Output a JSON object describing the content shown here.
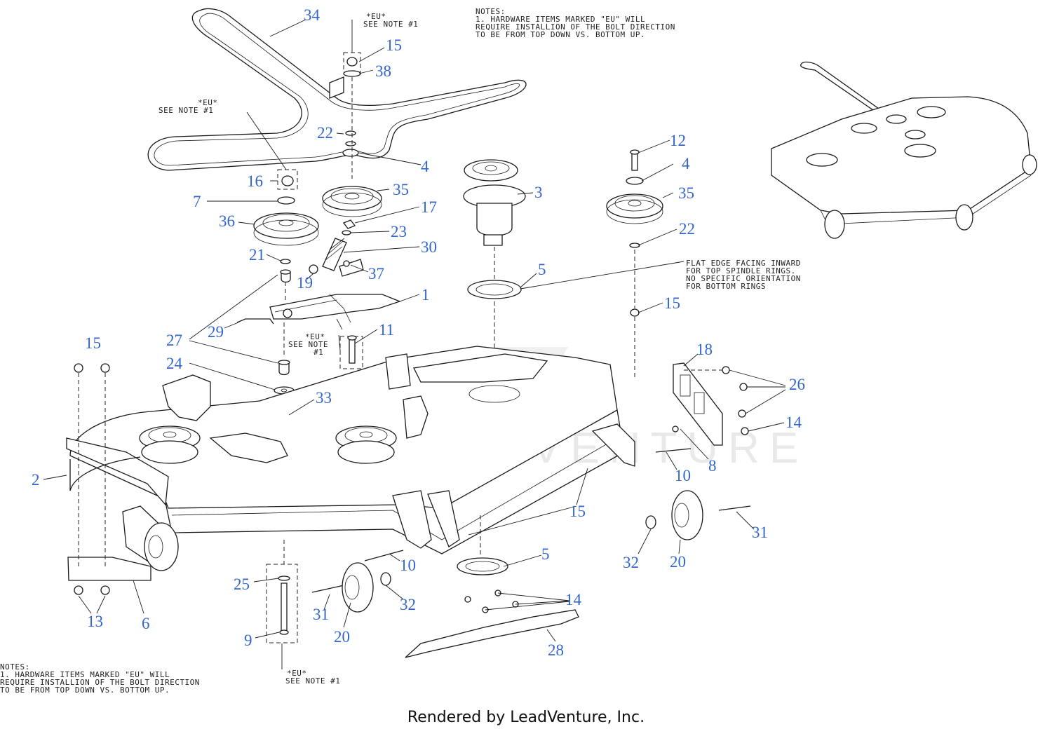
{
  "notes": {
    "top": [
      "NOTES:",
      "1. HARDWARE ITEMS MARKED \"EU\" WILL",
      "   REQUIRE INSTALLION OF THE BOLT DIRECTION",
      "   TO BE FROM TOP DOWN VS. BOTTOM UP."
    ],
    "bottom": [
      "NOTES:",
      "1. HARDWARE ITEMS MARKED \"EU\" WILL",
      "   REQUIRE INSTALLION OF THE BOLT DIRECTION",
      "   TO BE FROM TOP DOWN VS. BOTTOM UP."
    ]
  },
  "eu_labels": [
    [
      "*EU*",
      "SEE NOTE #1"
    ],
    [
      "*EU*",
      "SEE NOTE #1"
    ],
    [
      "*EU*",
      "SEE NOTE",
      "#1"
    ],
    [
      "*EU*",
      "SEE NOTE #1"
    ]
  ],
  "flat_edge_note": [
    "FLAT EDGE FACING INWARD",
    "FOR TOP SPINDLE RINGS.",
    "NO SPECIFIC ORIENTATION",
    "FOR BOTTOM RINGS"
  ],
  "watermark": "LEADVENTURE",
  "footer": "Rendered by LeadVenture, Inc.",
  "accent_color": "#3366cc",
  "callouts": [
    {
      "n": "34"
    },
    {
      "n": "15"
    },
    {
      "n": "38"
    },
    {
      "n": "22"
    },
    {
      "n": "4"
    },
    {
      "n": "16"
    },
    {
      "n": "7"
    },
    {
      "n": "35"
    },
    {
      "n": "17"
    },
    {
      "n": "36"
    },
    {
      "n": "23"
    },
    {
      "n": "30"
    },
    {
      "n": "21"
    },
    {
      "n": "37"
    },
    {
      "n": "19"
    },
    {
      "n": "1"
    },
    {
      "n": "29"
    },
    {
      "n": "11"
    },
    {
      "n": "27"
    },
    {
      "n": "15"
    },
    {
      "n": "24"
    },
    {
      "n": "33"
    },
    {
      "n": "3"
    },
    {
      "n": "12"
    },
    {
      "n": "4"
    },
    {
      "n": "35"
    },
    {
      "n": "22"
    },
    {
      "n": "5"
    },
    {
      "n": "15"
    },
    {
      "n": "18"
    },
    {
      "n": "26"
    },
    {
      "n": "14"
    },
    {
      "n": "8"
    },
    {
      "n": "10"
    },
    {
      "n": "2"
    },
    {
      "n": "15"
    },
    {
      "n": "31"
    },
    {
      "n": "32"
    },
    {
      "n": "20"
    },
    {
      "n": "10"
    },
    {
      "n": "5"
    },
    {
      "n": "14"
    },
    {
      "n": "25"
    },
    {
      "n": "32"
    },
    {
      "n": "31"
    },
    {
      "n": "20"
    },
    {
      "n": "9"
    },
    {
      "n": "28"
    },
    {
      "n": "13"
    },
    {
      "n": "6"
    }
  ]
}
